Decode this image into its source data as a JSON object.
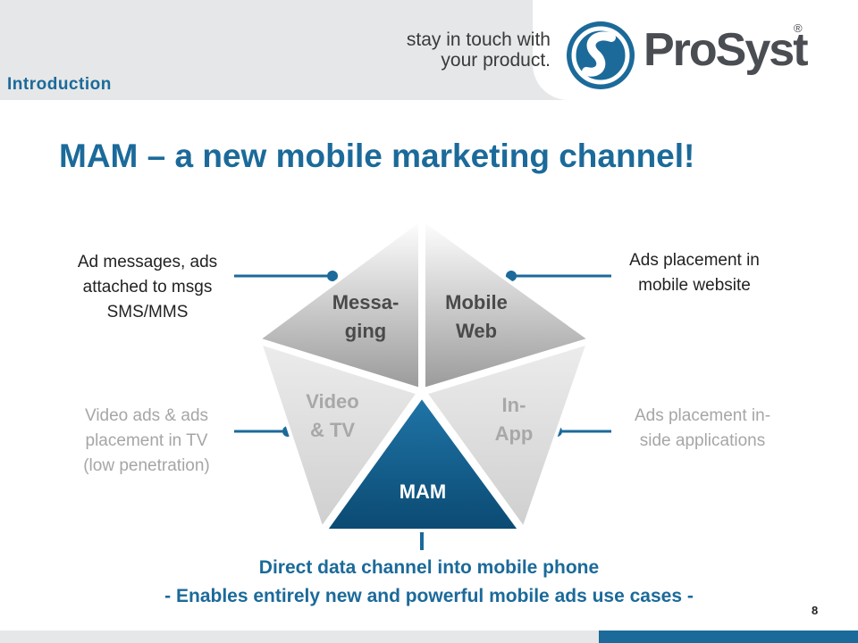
{
  "header": {
    "section": "Introduction",
    "tagline": [
      "stay in touch with",
      "your product."
    ],
    "brand": "ProSyst",
    "registered": "®"
  },
  "title": "MAM – a new mobile marketing channel!",
  "diagram": {
    "segments": {
      "messaging": [
        "Messa-",
        "ging"
      ],
      "mobile_web": [
        "Mobile",
        "Web"
      ],
      "video_tv": [
        "Video",
        "& TV"
      ],
      "in_app": [
        "In-",
        "App"
      ],
      "mam": "MAM"
    }
  },
  "callouts": {
    "messaging": [
      "Ad messages, ads",
      "attached to msgs",
      "SMS/MMS"
    ],
    "mobile_web": [
      "Ads placement in",
      "mobile website"
    ],
    "video_tv": [
      "Video ads & ads",
      "placement in TV",
      "(low penetration)"
    ],
    "in_app": [
      "Ads placement in-",
      "side applications"
    ]
  },
  "bottom": {
    "line1": "Direct data channel into mobile phone",
    "line2": "- Enables entirely new and powerful mobile ads use cases -"
  },
  "page_number": "8",
  "colors": {
    "accent": "#1b6a9a",
    "mam_fill": "#0f5a86",
    "header_grey": "#e6e7e8"
  }
}
